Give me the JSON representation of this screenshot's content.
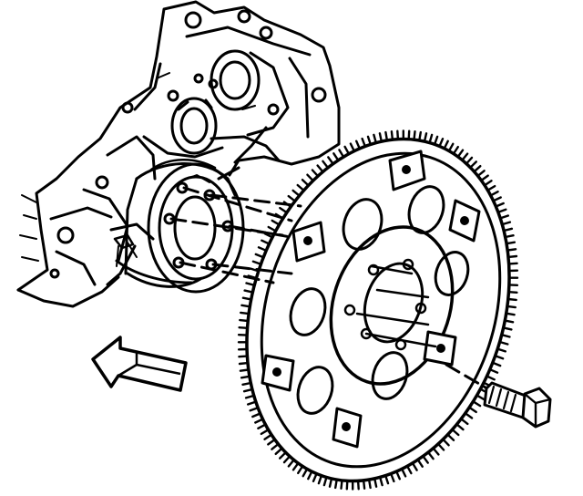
{
  "figure": {
    "kind": "exploded-view line illustration",
    "components": [
      {
        "id": "engine-block",
        "icon": "engine-block-rear-face"
      },
      {
        "id": "crankshaft-flange",
        "icon": "crankshaft-hub"
      },
      {
        "id": "flexplate",
        "icon": "ring-gear-flexplate",
        "teeth_visible": true
      },
      {
        "id": "bolt",
        "icon": "hex-flange-bolt"
      },
      {
        "id": "direction-arrow",
        "icon": "outlined-arrow-left"
      }
    ],
    "colors": {
      "ink": "#000000",
      "paper": "#ffffff"
    }
  }
}
